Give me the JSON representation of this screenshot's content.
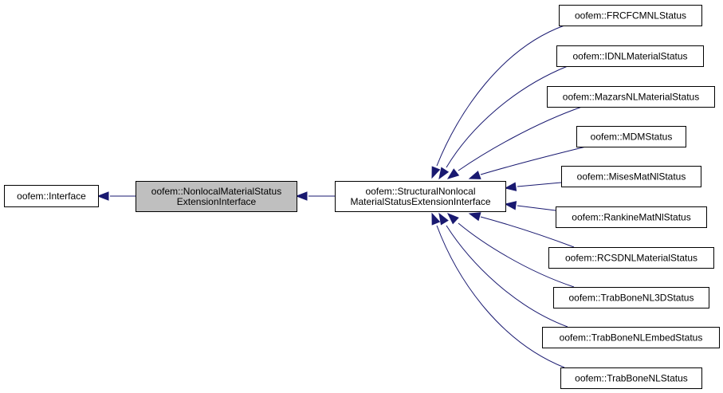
{
  "diagram": {
    "type": "inheritance-graph",
    "edge_color": "#191970",
    "focused_fill": "#bfbfbf",
    "node_fill": "#ffffff",
    "nodes": [
      {
        "id": "interface",
        "lines": [
          "oofem::Interface"
        ]
      },
      {
        "id": "nonlocal",
        "lines": [
          "oofem::NonlocalMaterialStatus",
          "ExtensionInterface"
        ],
        "focused": true
      },
      {
        "id": "structural",
        "lines": [
          "oofem::StructuralNonlocal",
          "MaterialStatusExtensionInterface"
        ]
      },
      {
        "id": "frcfcm",
        "lines": [
          "oofem::FRCFCMNLStatus"
        ]
      },
      {
        "id": "idnl",
        "lines": [
          "oofem::IDNLMaterialStatus"
        ]
      },
      {
        "id": "mazars",
        "lines": [
          "oofem::MazarsNLMaterialStatus"
        ]
      },
      {
        "id": "mdm",
        "lines": [
          "oofem::MDMStatus"
        ]
      },
      {
        "id": "mises",
        "lines": [
          "oofem::MisesMatNlStatus"
        ]
      },
      {
        "id": "rankine",
        "lines": [
          "oofem::RankineMatNlStatus"
        ]
      },
      {
        "id": "rcsdnl",
        "lines": [
          "oofem::RCSDNLMaterialStatus"
        ]
      },
      {
        "id": "trab3d",
        "lines": [
          "oofem::TrabBoneNL3DStatus"
        ]
      },
      {
        "id": "trabembed",
        "lines": [
          "oofem::TrabBoneNLEmbedStatus"
        ]
      },
      {
        "id": "trabnl",
        "lines": [
          "oofem::TrabBoneNLStatus"
        ]
      }
    ],
    "edges": [
      {
        "from": "nonlocal",
        "to": "interface"
      },
      {
        "from": "structural",
        "to": "nonlocal"
      },
      {
        "from": "frcfcm",
        "to": "structural"
      },
      {
        "from": "idnl",
        "to": "structural"
      },
      {
        "from": "mazars",
        "to": "structural"
      },
      {
        "from": "mdm",
        "to": "structural"
      },
      {
        "from": "mises",
        "to": "structural"
      },
      {
        "from": "rankine",
        "to": "structural"
      },
      {
        "from": "rcsdnl",
        "to": "structural"
      },
      {
        "from": "trab3d",
        "to": "structural"
      },
      {
        "from": "trabembed",
        "to": "structural"
      },
      {
        "from": "trabnl",
        "to": "structural"
      }
    ]
  }
}
